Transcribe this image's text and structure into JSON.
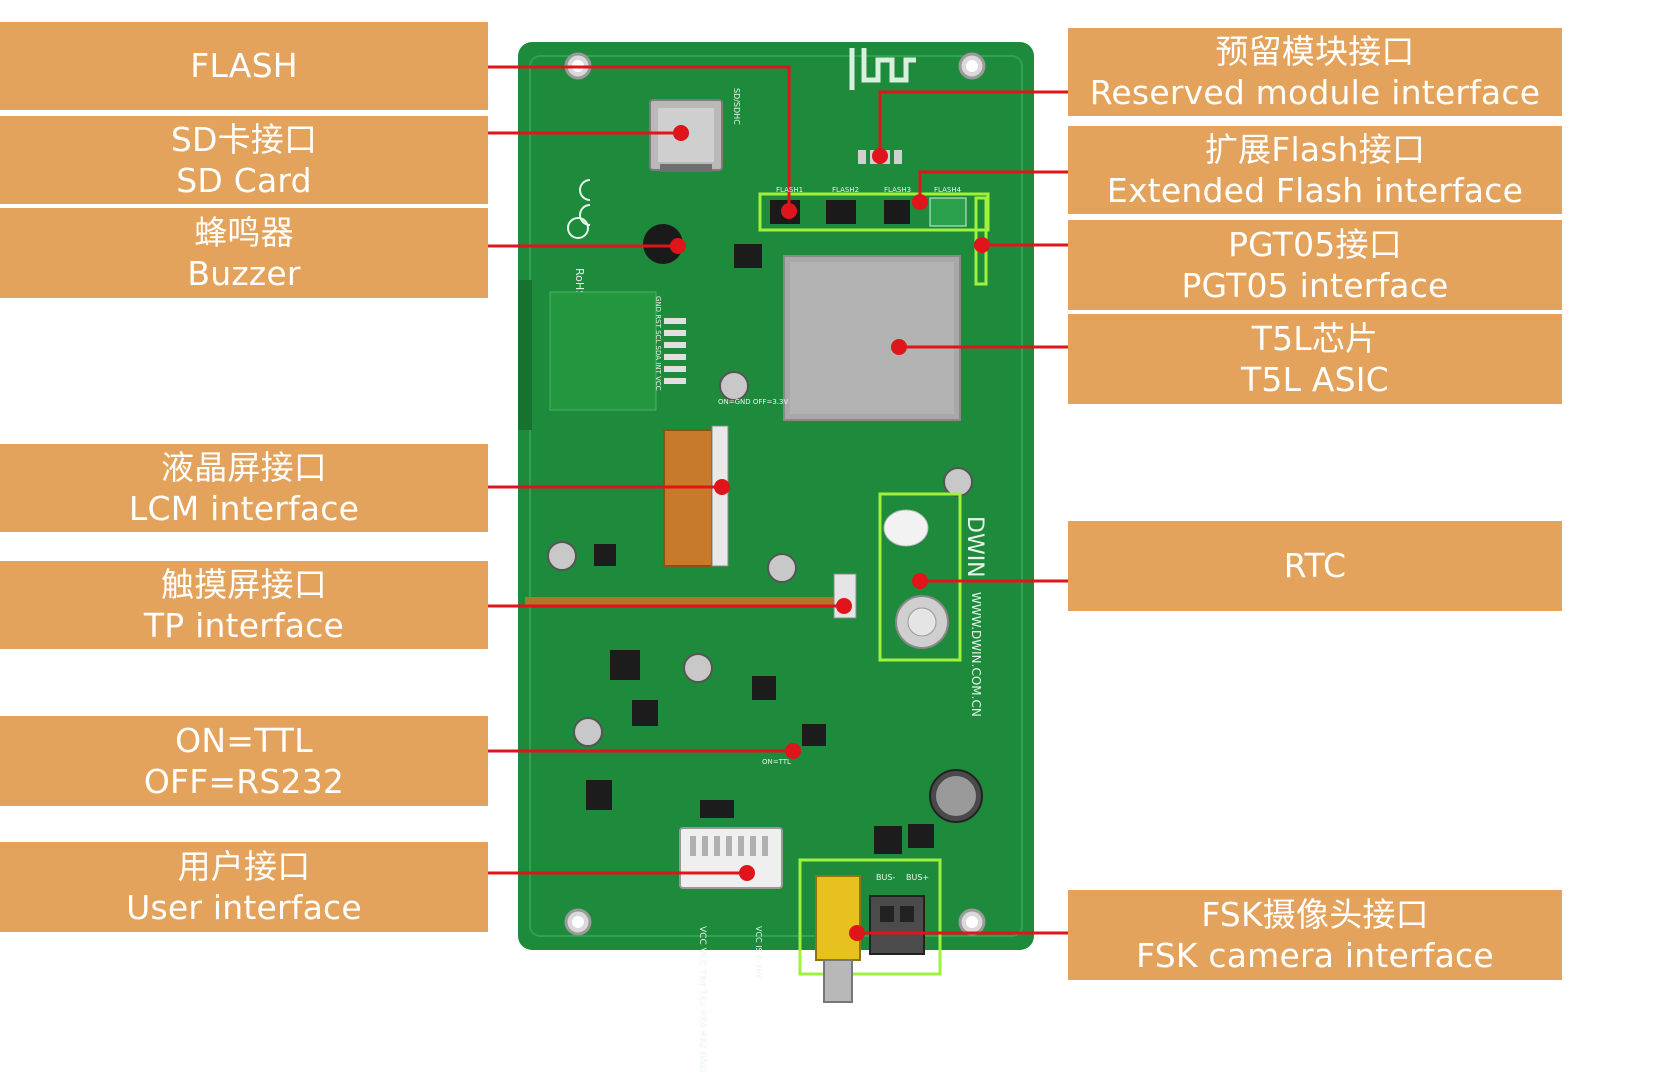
{
  "labels": {
    "flash": {
      "line1": "FLASH"
    },
    "sdcard": {
      "line1": "SD卡接口",
      "line2": "SD Card"
    },
    "buzzer": {
      "line1": "蜂鸣器",
      "line2": "Buzzer"
    },
    "lcm": {
      "line1": "液晶屏接口",
      "line2": "LCM interface"
    },
    "tp": {
      "line1": "触摸屏接口",
      "line2": "TP interface"
    },
    "ttl": {
      "line1": "ON=TTL",
      "line2": "OFF=RS232"
    },
    "user": {
      "line1": "用户接口",
      "line2": "User interface"
    },
    "reserved": {
      "line1": "预留模块接口",
      "line2": "Reserved module interface"
    },
    "extflash": {
      "line1": "扩展Flash接口",
      "line2": "Extended Flash interface"
    },
    "pgt05": {
      "line1": "PGT05接口",
      "line2": "PGT05 interface"
    },
    "t5l": {
      "line1": "T5L芯片",
      "line2": "T5L ASIC"
    },
    "rtc": {
      "line1": "RTC"
    },
    "fsk": {
      "line1": "FSK摄像头接口",
      "line2": "FSK camera interface"
    }
  },
  "board_print": {
    "brand": "DWIN",
    "website": "WWW.DWIN.COM.CN",
    "flash_labels": [
      "FLASH1",
      "FLASH2",
      "FLASH3",
      "FLASH4"
    ],
    "bottom_pins": "VCC VCC TX4 TX2 RX4 RX2 GND GND",
    "power_note": "VCC IS 6-36V",
    "switch_note": "ON=GND OFF=3.3V",
    "port_note": "ON=TTL",
    "bus_labels": [
      "BUS-",
      "BUS+"
    ],
    "header_pins": "GND RST SCL SDA INT VCC",
    "rohs": "RoHS",
    "sd_mark": "SD/SDHC"
  },
  "colors": {
    "label_bg": "#E4A35C",
    "label_text": "#ffffff",
    "leader_line": "#E0141B",
    "board_green": "#1E8A3C",
    "highlight_box": "#9EF23A"
  }
}
